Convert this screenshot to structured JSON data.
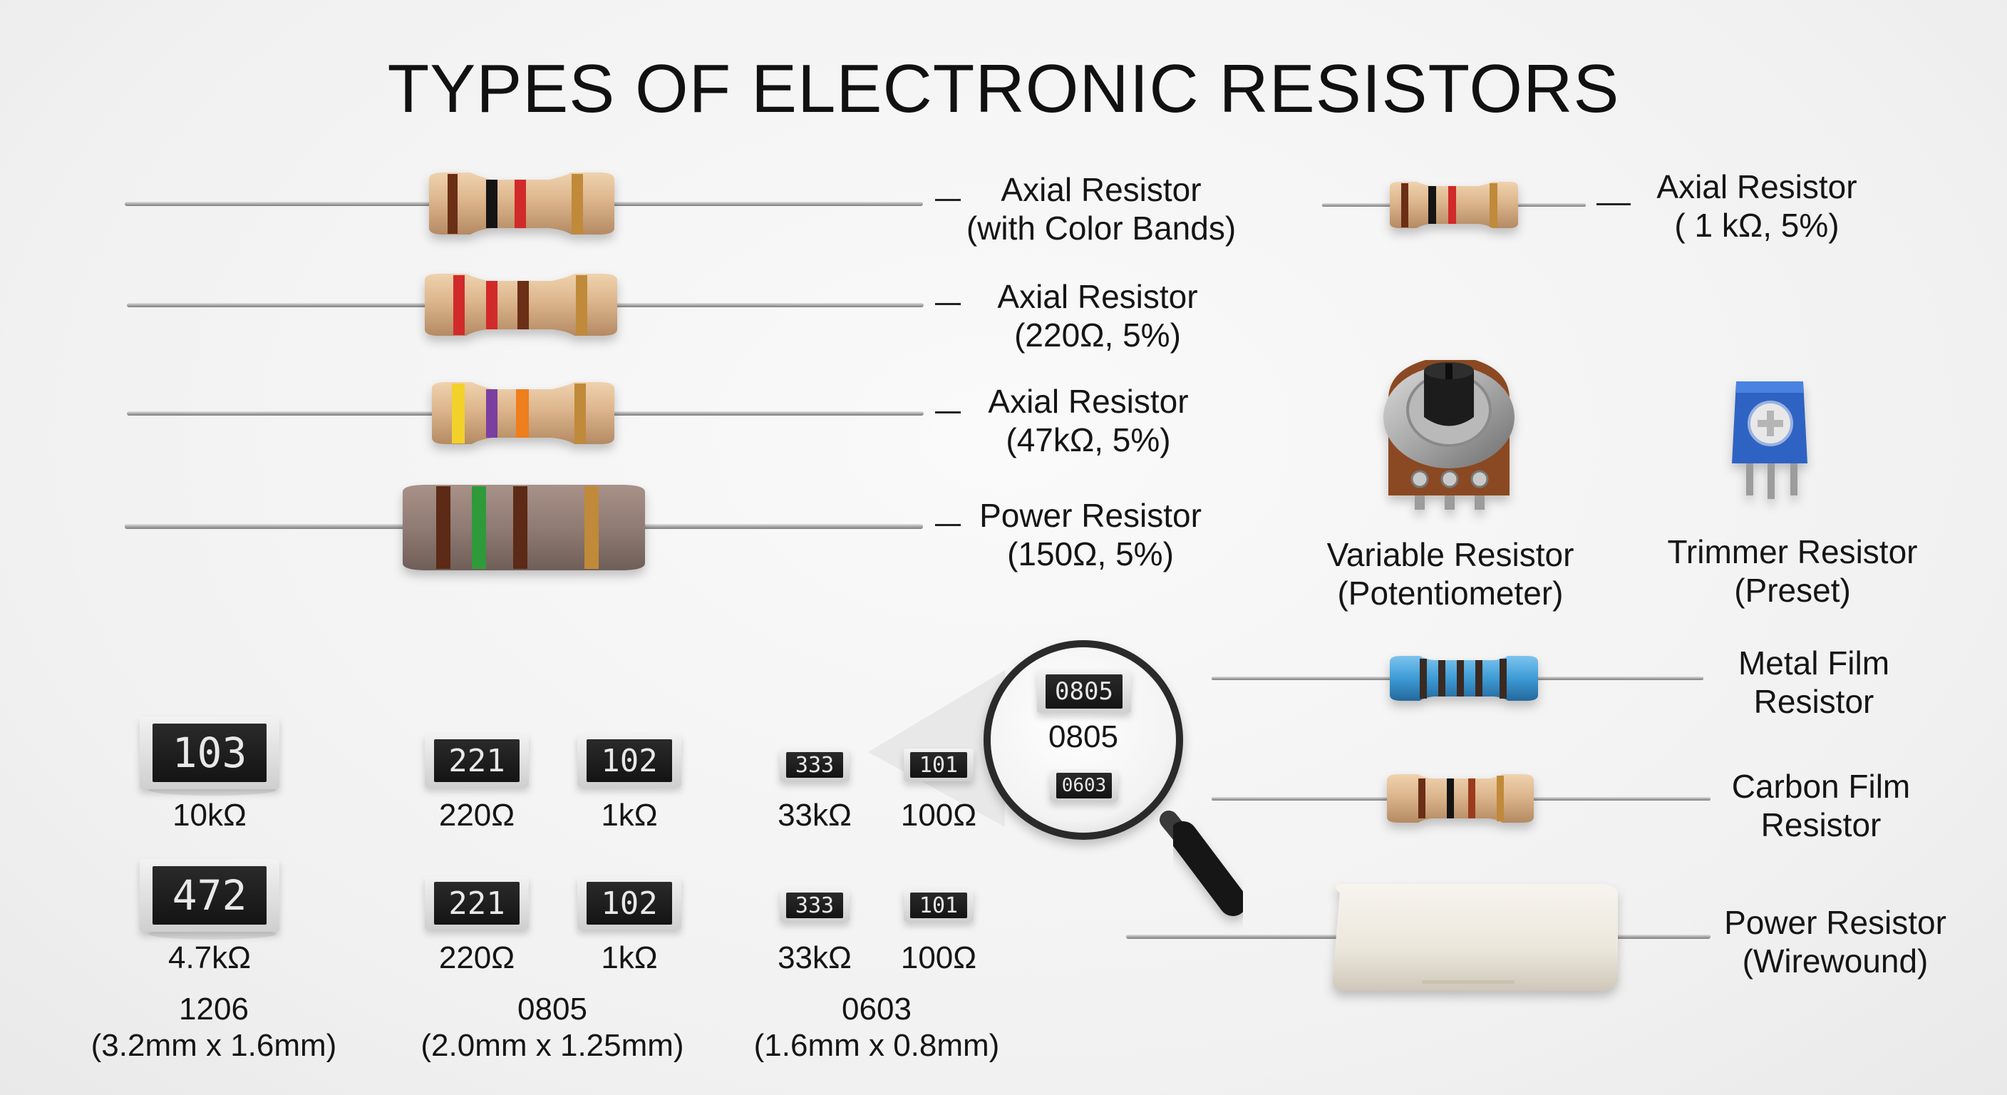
{
  "title": "TYPES OF ELECTRONIC RESISTORS",
  "colors": {
    "beige_body": "#dcb58c",
    "power_body": "#8f7b73",
    "metal_film_body": "#3d9bd6",
    "trimmer_body": "#2e63c4",
    "wirewound_body": "#ece7dc",
    "band_brown": "#6b2e16",
    "band_black": "#141414",
    "band_red": "#d12a2a",
    "band_yellow": "#f2d12a",
    "band_violet": "#7a3fa0",
    "band_orange": "#ef7e1d",
    "band_green": "#2f9a3a",
    "band_gold": "#c08a3a"
  },
  "axial": {
    "color_bands": {
      "line1": "Axial Resistor",
      "line2": "(with Color Bands)"
    },
    "r220": {
      "line1": "Axial Resistor",
      "line2": "(220Ω, 5%)"
    },
    "r47k": {
      "line1": "Axial Resistor",
      "line2": "(47kΩ, 5%)"
    },
    "power": {
      "line1": "Power Resistor",
      "line2": "(150Ω, 5%)"
    },
    "r1k": {
      "line1": "Axial Resistor",
      "line2": "( 1 kΩ, 5%)"
    }
  },
  "variable": {
    "line1": "Variable Resistor",
    "line2": "(Potentiometer)",
    "icon": "potentiometer-icon"
  },
  "trimmer": {
    "line1": "Trimmer Resistor",
    "line2": "(Preset)",
    "icon": "trimmer-icon"
  },
  "metal_film": {
    "line1": "Metal Film",
    "line2": "Resistor"
  },
  "carbon_film": {
    "line1": "Carbon Film",
    "line2": "Resistor"
  },
  "wirewound": {
    "line1": "Power Resistor",
    "line2": "(Wirewound)"
  },
  "smd": {
    "s1206": {
      "chip_a": {
        "code": "103",
        "value": "10kΩ"
      },
      "chip_b": {
        "code": "472",
        "value": "4.7kΩ"
      },
      "size": "1206",
      "dims": "(3.2mm x 1.6mm)"
    },
    "s0805": {
      "chip_a": {
        "code": "221",
        "value": "220Ω"
      },
      "chip_b": {
        "code": "102",
        "value": "1kΩ"
      },
      "chip_c": {
        "code": "221",
        "value": "220Ω"
      },
      "chip_d": {
        "code": "102",
        "value": "1kΩ"
      },
      "size": "0805",
      "dims": "(2.0mm x 1.25mm)"
    },
    "s0603": {
      "chip_a": {
        "code": "333",
        "value": "33kΩ"
      },
      "chip_b": {
        "code": "101",
        "value": "100Ω"
      },
      "chip_c": {
        "code": "333",
        "value": "33kΩ"
      },
      "chip_d": {
        "code": "101",
        "value": "100Ω"
      },
      "size": "0603",
      "dims": "(1.6mm x 0.8mm)"
    },
    "magnifier": {
      "chip_large": "0805",
      "label": "0805",
      "chip_small": "0603"
    }
  }
}
